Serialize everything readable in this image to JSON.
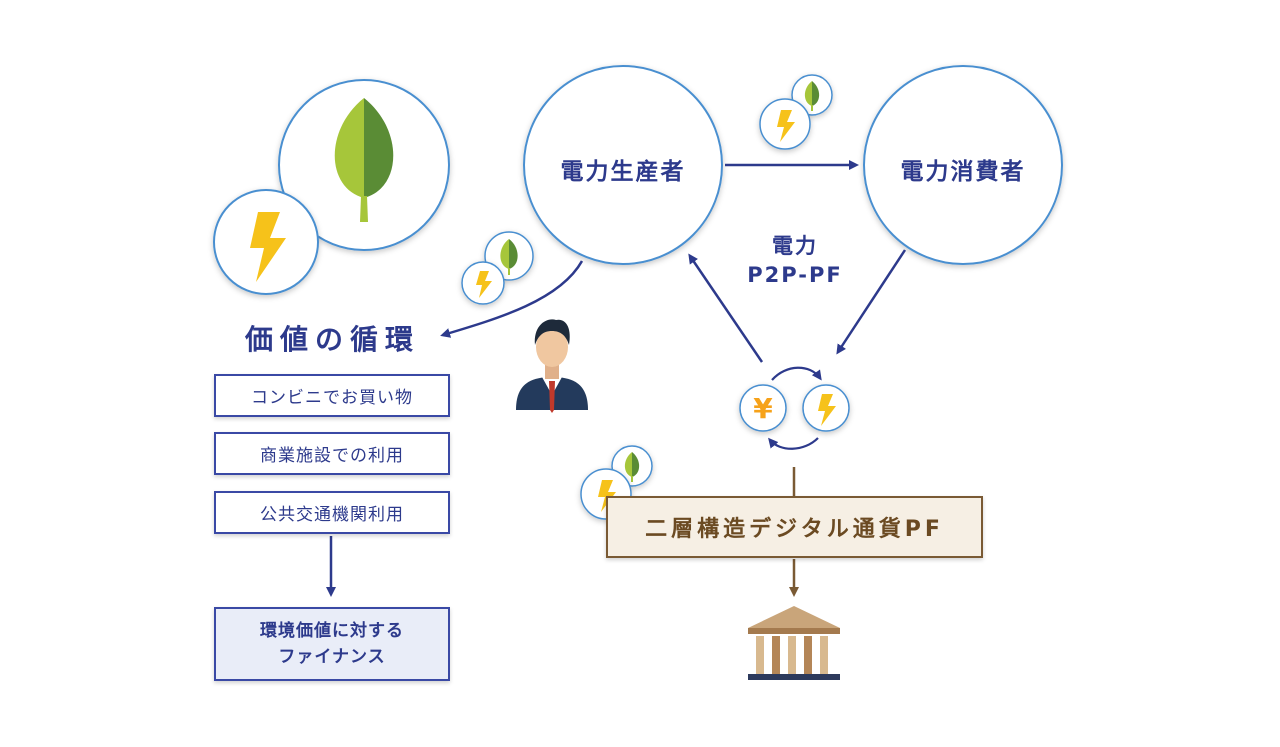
{
  "producer": {
    "label": "電力生産者"
  },
  "consumer": {
    "label": "電力消費者"
  },
  "platform": {
    "line1": "電力",
    "line2": "P2P-PF"
  },
  "value_cycle": {
    "title": "価値の循環"
  },
  "uses": [
    {
      "label": "コンビニでお買い物"
    },
    {
      "label": "商業施設での利用"
    },
    {
      "label": "公共交通機関利用"
    }
  ],
  "finance": {
    "line1": "環境価値に対する",
    "line2": "ファイナンス"
  },
  "currency_pf": {
    "label": "二層構造デジタル通貨PF"
  },
  "yen_symbol": {
    "label": "¥"
  },
  "icons": {
    "leaf": "leaf-icon",
    "bolt": "lightning-icon",
    "person": "businessman-icon",
    "bank": "bank-building-icon"
  },
  "colors": {
    "navy": "#2d3a8c",
    "circle_border": "#4a8fd0",
    "leaf_light": "#a6c63a",
    "leaf_dark": "#5a8c35",
    "bolt": "#f6c21a",
    "brown": "#7a5a34"
  }
}
